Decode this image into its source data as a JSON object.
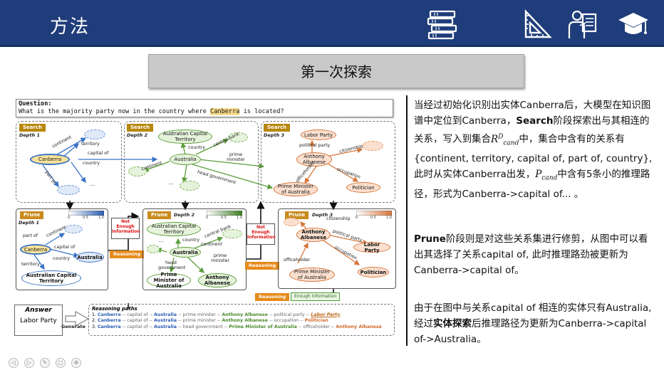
{
  "header": {
    "title": "方法",
    "icons": [
      "books-icon",
      "ruler-triangle-icon",
      "teacher-icon",
      "graduation-cap-icon"
    ],
    "background": "#1f3d7a"
  },
  "slide_title": "第一次探索",
  "figure": {
    "question_label": "Question:",
    "question_before": "What is the majority party now in the country where ",
    "question_highlight": "Canberra",
    "question_after": " is located?",
    "search_tag": "Search",
    "prune_tag": "Prune",
    "depth1": "Depth 1",
    "depth2": "Depth 2",
    "depth3": "Depth 3",
    "not_enough": "Not Enough Information",
    "reasoning": "Reasoning",
    "enough": "Enough Information",
    "generate": "Generate",
    "answer_title": "Answer",
    "answer_value": "Labor Party",
    "nodes": {
      "canberra": "Canberra",
      "australian_capital_territory": "Australian Capital Territory",
      "australia": "Australia",
      "labor_party": "Labor Party",
      "anthony_albanese": "Anthony Albanese",
      "prime_minister_of_australia": "Prime Minister of Australia",
      "politician": "Politician",
      "dots": "..."
    },
    "edges": {
      "continent": "continent",
      "territory": "territory",
      "capital_of": "capital of",
      "country": "country",
      "part_of": "part of",
      "central_bank": "central bank",
      "prime_minister": "prime minister",
      "head_government": "head government",
      "head_government_wrapped": "head government",
      "political_party": "political party",
      "citizenship": "citizenship",
      "officeholder": "officeholder",
      "occupation": "occupation"
    },
    "colorbar": {
      "min": "0",
      "mid": "0.5",
      "max": "1.0"
    },
    "reasoning_paths": {
      "title": "Reasoning paths",
      "p1": {
        "n": "1.",
        "a": "Canberra",
        "r1": "capital of",
        "b": "Australia",
        "r2": "prime minister",
        "c": "Anthony Albanese",
        "r3": "political party",
        "d": "Labor Party"
      },
      "p2": {
        "n": "2.",
        "a": "Canberra",
        "r1": "capital of",
        "b": "Australia",
        "r2": "prime minister",
        "c": "Anthony Albanese",
        "r3": "occupation",
        "d": "Politician"
      },
      "p3": {
        "n": "3.",
        "a": "Canberra",
        "r1": "capital of",
        "b": "Australia",
        "r2": "head government",
        "c": "Prime Minister of Australia",
        "r3": "officeholder",
        "d": "Anthony Albanese"
      },
      "sep": "--"
    }
  },
  "text": {
    "p1": {
      "a": "当经过初始化识别出实体Canberra后，大模型在知识图谱中定位到Canberra，",
      "b": "Search",
      "c": "阶段探索出与其相连的关系，写入到集合",
      "m1": "R",
      "m1_sup": "D",
      "m1_sub": "cand",
      "d": "中，集合中含有的关系有{continent, territory, capital of, part of, country}, 此时从实体Canberra出发，",
      "m2": "P",
      "m2_sub": "cand",
      "e": "中含有5条小的推理路径，形式为Canberra->capital of... 。"
    },
    "p2": {
      "a": "Prune",
      "b": "阶段则是对这些关系集进行修剪，从图中可以看出其选择了关系capital of, 此时推理路劲被更新为Canberra->capital of。"
    },
    "p3": {
      "a": "由于在图中与关系capital of 相连的实体只有Australia, 经过",
      "b": "实体探索",
      "c": "后推理路径为更新为Canberra->capital of->Australia。"
    }
  },
  "colors": {
    "blue_node": "#3b74c6",
    "green_node": "#5c9e3c",
    "orange_node": "#d5763a",
    "highlight": "#f7d98a"
  }
}
